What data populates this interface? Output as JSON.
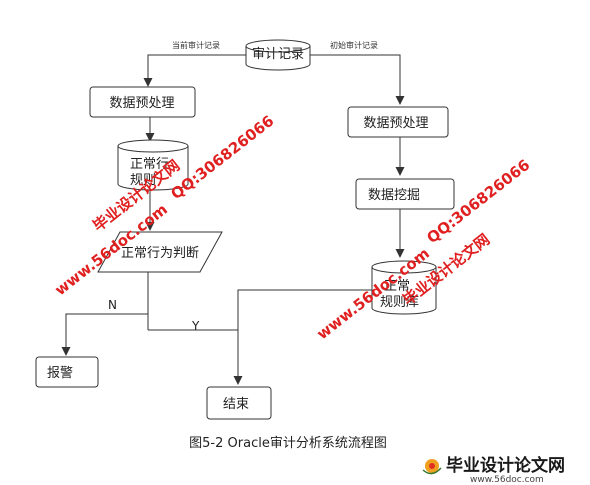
{
  "diagram": {
    "nodes": {
      "audit_record": "审计记录",
      "preprocess_left": "数据预处理",
      "normal_rules_left_line1": "正常行",
      "normal_rules_left_line2": "规则",
      "normal_judge": "正常行为判断",
      "alarm": "报警",
      "end": "结束",
      "preprocess_right": "数据预处理",
      "data_mining": "数据挖掘",
      "normal_rules_right_line1": "正常",
      "normal_rules_right_line2": "规则库"
    },
    "edge_labels": {
      "current_audit": "当前审计记录",
      "initial_audit": "初始审计记录",
      "no": "N",
      "yes": "Y"
    },
    "caption": "图5-2 Oracle审计分析系统流程图"
  },
  "watermarks": {
    "site_left": "www.56doc.com",
    "brand_left": "毕业设计论文网",
    "qq_left": "QQ:306826066",
    "site_right": "www.56doc.com",
    "brand_right": "毕业设计论文网",
    "qq_right": "QQ:306826066"
  },
  "footer_brand": {
    "name": "毕业设计论文网",
    "url": "www.56doc.com"
  }
}
